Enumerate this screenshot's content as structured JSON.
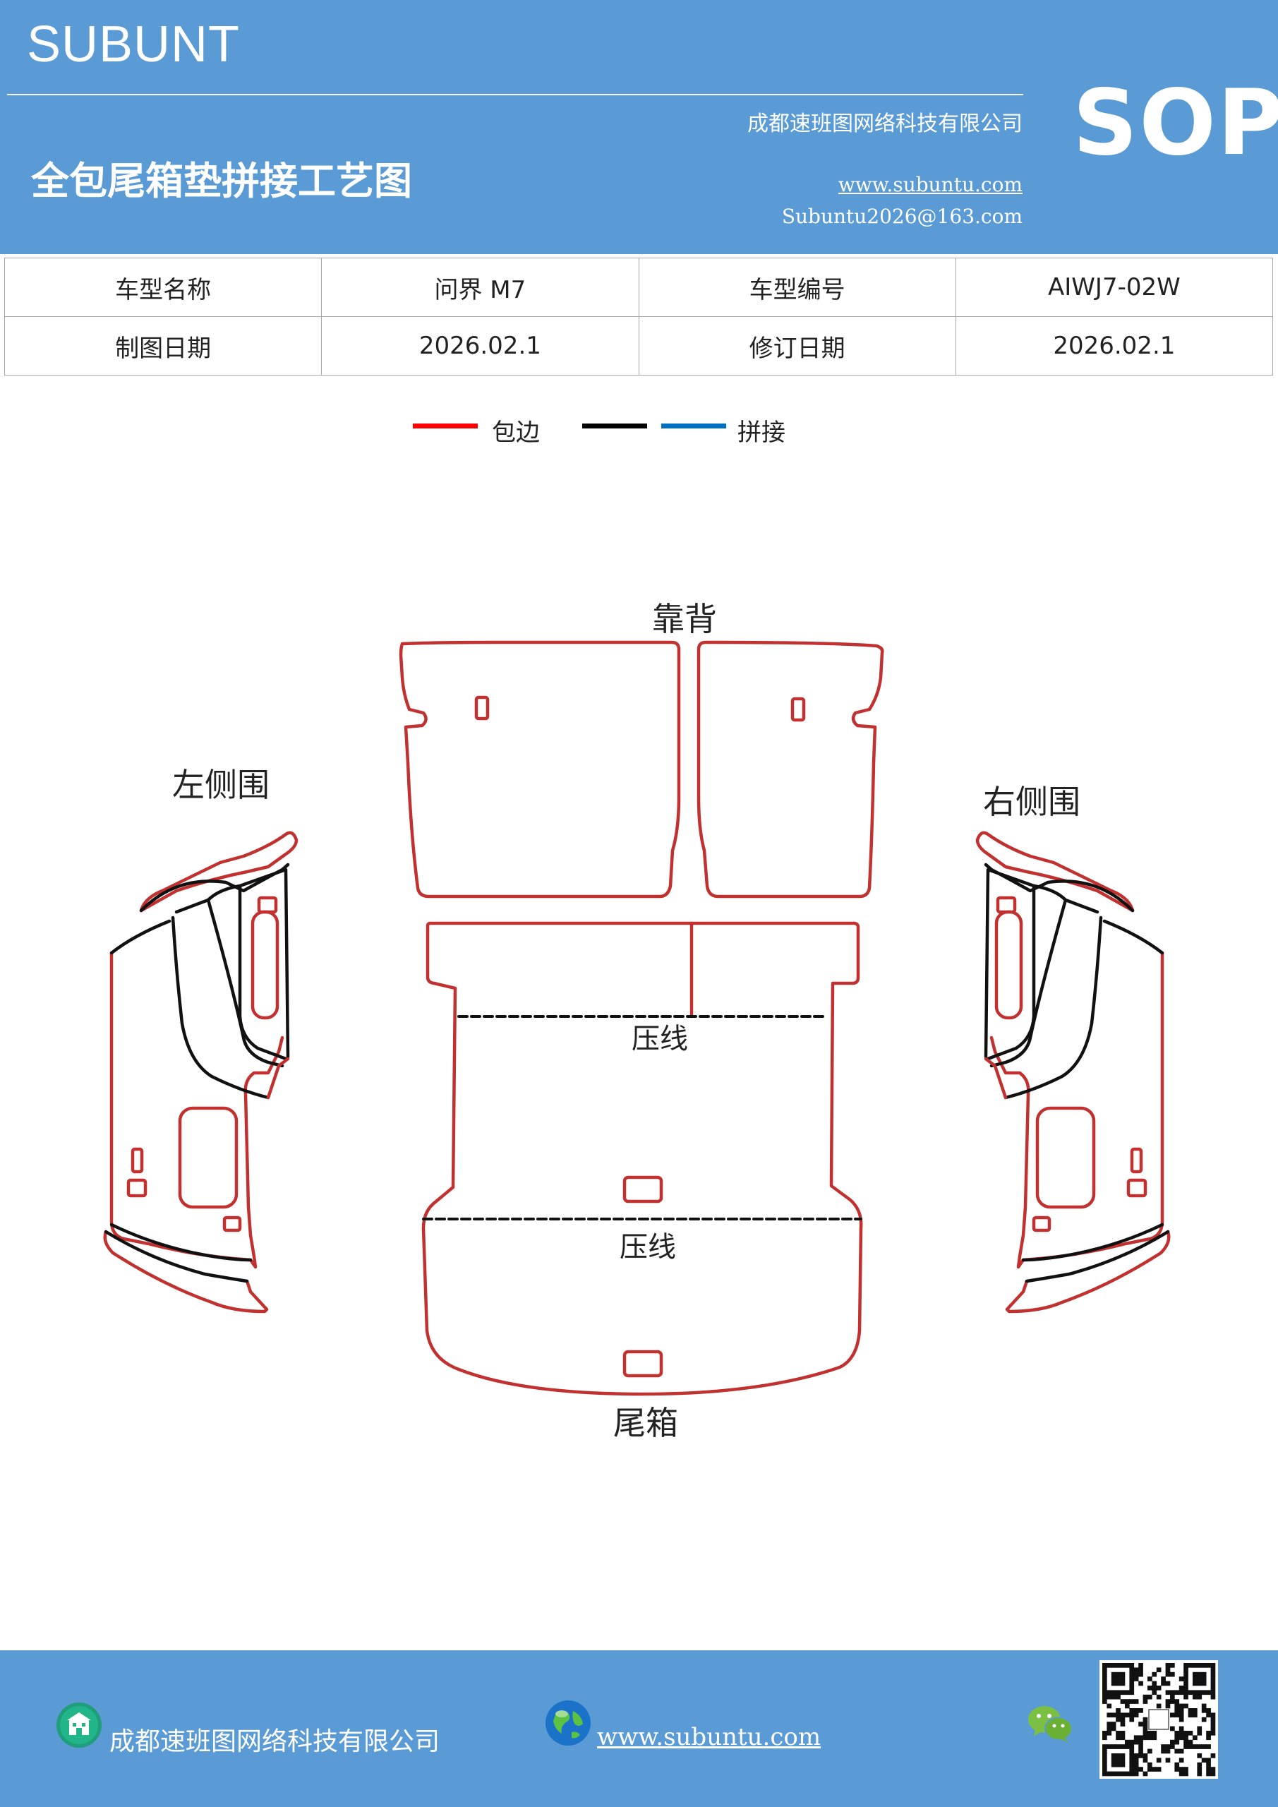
{
  "header": {
    "brand": "SUBUNT",
    "sop": "SOP",
    "company": "成都速班图网络科技有限公司",
    "title": "全包尾箱垫拼接工艺图",
    "website": "www.subuntu.com",
    "email": "Subuntu2026@163.com"
  },
  "info_table": {
    "row1": {
      "label1": "车型名称",
      "value1": "问界 M7",
      "label2": "车型编号",
      "value2": "AIWJ7-02W"
    },
    "row2": {
      "label1": "制图日期",
      "value1": "2026.02.1",
      "label2": "修订日期",
      "value2": "2026.02.1"
    }
  },
  "legend": {
    "items": [
      {
        "label": "包边",
        "color": "#ff0000"
      },
      {
        "label": "",
        "color": "#000000"
      },
      {
        "label": "拼接",
        "color": "#0070c0"
      }
    ]
  },
  "diagram": {
    "labels": {
      "backrest": "靠背",
      "left_side": "左侧围",
      "right_side": "右侧围",
      "press_line_1": "压线",
      "press_line_2": "压线",
      "trunk": "尾箱"
    },
    "colors": {
      "edge": "#c0312f",
      "seam": "#111111",
      "press": "#111111"
    }
  },
  "footer": {
    "company": "成都速班图网络科技有限公司",
    "website": "www.subuntu.com "
  }
}
